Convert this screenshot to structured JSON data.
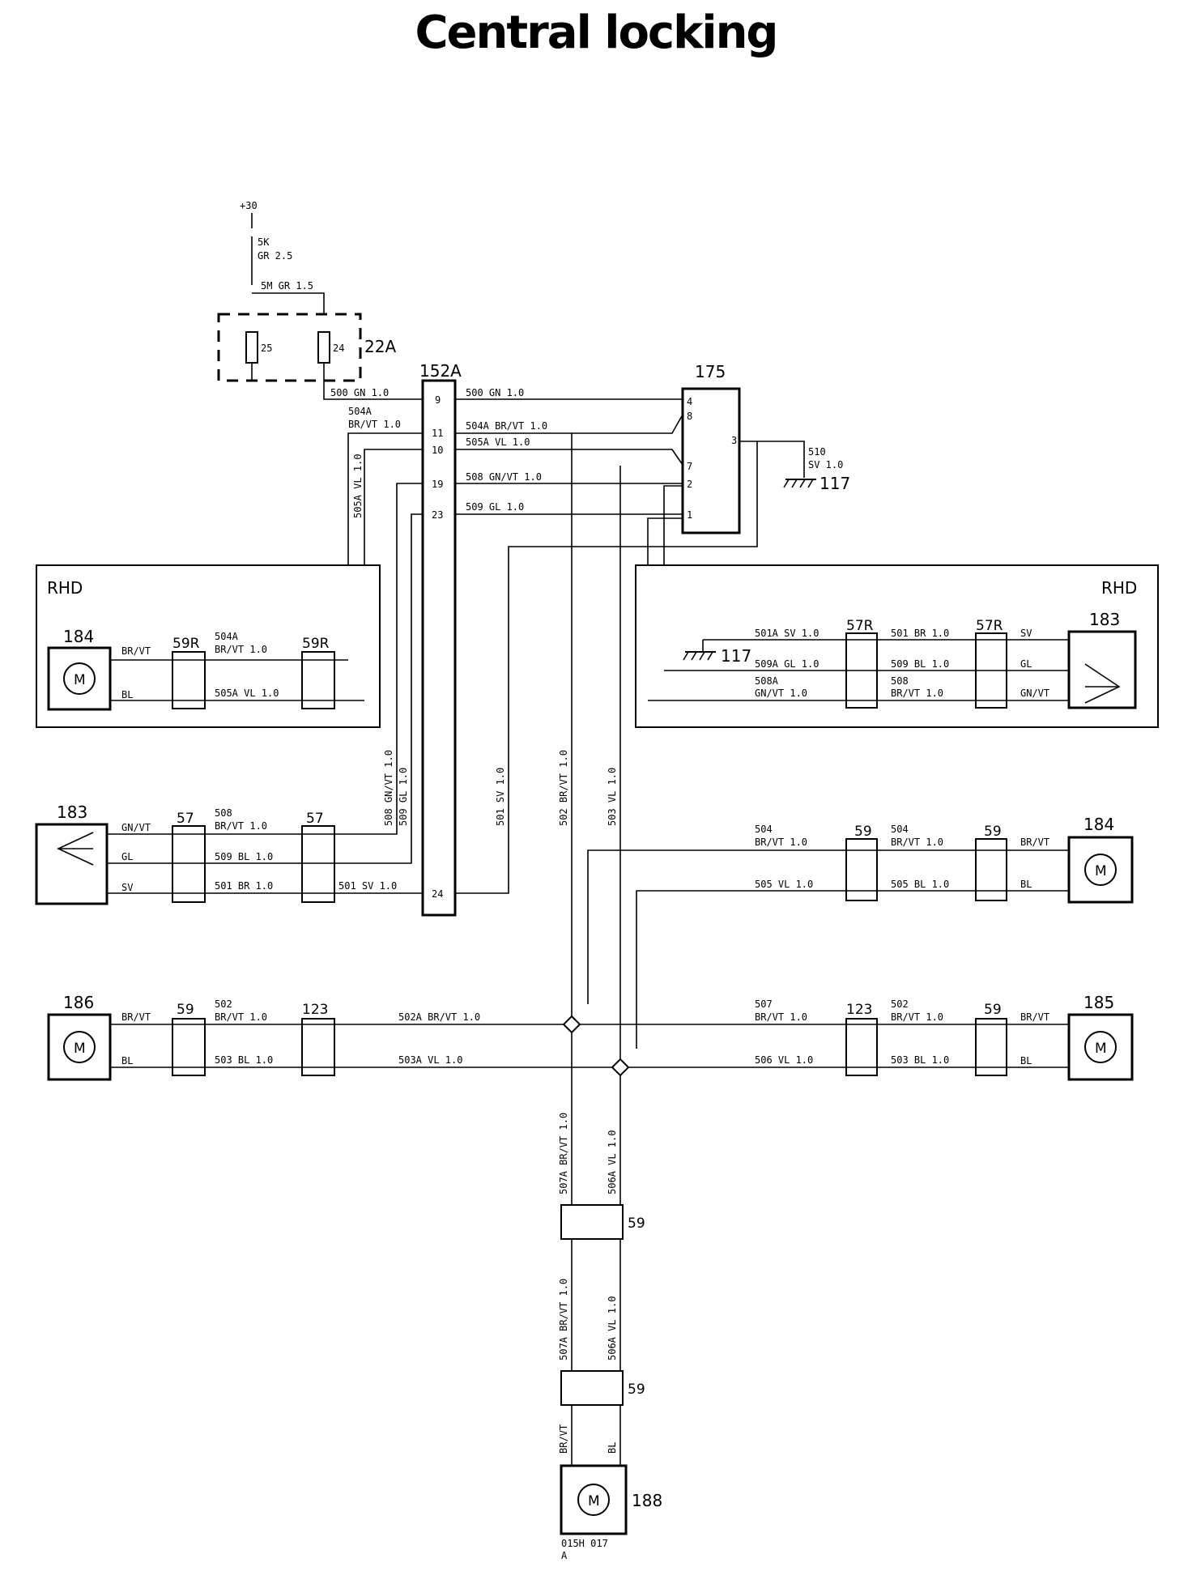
{
  "title": "Central locking",
  "supply": {
    "label": "+30",
    "wire_5k": "5K",
    "wire_5k_spec": "GR 2.5",
    "wire_5m": "5M GR 1.5"
  },
  "fusebox": {
    "id": "22A",
    "fuse_a": "25",
    "fuse_b": "24"
  },
  "connector_152a": {
    "id": "152A",
    "pins": [
      "9",
      "11",
      "10",
      "19",
      "23",
      "24"
    ]
  },
  "module_175": {
    "id": "175",
    "pins": [
      "4",
      "8",
      "7",
      "2",
      "1",
      "3"
    ]
  },
  "ground": {
    "id": "117",
    "wire_510": "510",
    "wire_510_spec": "SV 1.0"
  },
  "rhd_left": {
    "tag": "RHD",
    "motor": "184",
    "conn_a": "59R",
    "conn_b": "59R",
    "c1": "BR/VT",
    "c2": "BL",
    "w1": "504A",
    "w1b": "BR/VT 1.0",
    "w2": "505A VL 1.0"
  },
  "rhd_right": {
    "tag": "RHD",
    "switch": "183",
    "conn_a": "57R",
    "conn_b": "57R",
    "ground": "117",
    "w1": "501A SV 1.0",
    "w2": "509A GL 1.0",
    "w3": "508A",
    "w3b": "GN/VT 1.0",
    "w4": "501 BR 1.0",
    "w5": "509 BL 1.0",
    "w6": "508",
    "w6b": "BR/VT 1.0",
    "c1": "SV",
    "c2": "GL",
    "c3": "GN/VT"
  },
  "left_switch": {
    "id": "183",
    "conn_a": "57",
    "conn_b": "57",
    "c1": "GN/VT",
    "c2": "GL",
    "c3": "SV",
    "w1": "508",
    "w1b": "BR/VT 1.0",
    "w2": "509 BL 1.0",
    "w3": "501 BR 1.0",
    "w4": "501 SV 1.0"
  },
  "harness_labels": {
    "w500a": "500 GN 1.0",
    "w500b": "500 GN 1.0",
    "w504a_l1": "504A",
    "w504a_l2": "BR/VT 1.0",
    "w504a_r": "504A BR/VT 1.0",
    "w505a_r": "505A VL 1.0",
    "w508_r": "508 GN/VT 1.0",
    "w509_r": "509 GL 1.0",
    "v505a": "505A VL 1.0",
    "v508": "508 GN/VT 1.0",
    "v509": "509 GL 1.0",
    "v501": "501 SV 1.0",
    "v502": "502 BR/VT 1.0",
    "v503": "503 VL 1.0"
  },
  "right_front": {
    "motor": "184",
    "conn_a": "59",
    "conn_b": "59",
    "w1": "504",
    "w1b": "BR/VT 1.0",
    "w2": "505 VL 1.0",
    "w3": "504",
    "w3b": "BR/VT 1.0",
    "w4": "505 BL 1.0",
    "c1": "BR/VT",
    "c2": "BL"
  },
  "left_rear": {
    "motor": "186",
    "conn_a": "59",
    "conn_b": "123",
    "c1": "BR/VT",
    "c2": "BL",
    "w1": "502",
    "w1b": "BR/VT 1.0",
    "w2": "503 BL 1.0",
    "w3": "502A BR/VT 1.0",
    "w4": "503A VL 1.0"
  },
  "right_rear": {
    "motor": "185",
    "conn_a": "123",
    "conn_b": "59",
    "c1": "BR/VT",
    "c2": "BL",
    "w1": "507",
    "w1b": "BR/VT 1.0",
    "w2": "506 VL 1.0",
    "w3": "502",
    "w3b": "BR/VT 1.0",
    "w4": "503 BL 1.0"
  },
  "tailgate": {
    "motor": "188",
    "conn_a": "59",
    "conn_b": "59",
    "v1": "507A BR/VT 1.0",
    "v2": "506A VL 1.0",
    "v3": "507A BR/VT 1.0",
    "v4": "506A VL 1.0",
    "c1": "BR/VT",
    "c2": "BL",
    "ref": "015H 017",
    "ref_b": "A"
  },
  "motor_symbol": "M"
}
